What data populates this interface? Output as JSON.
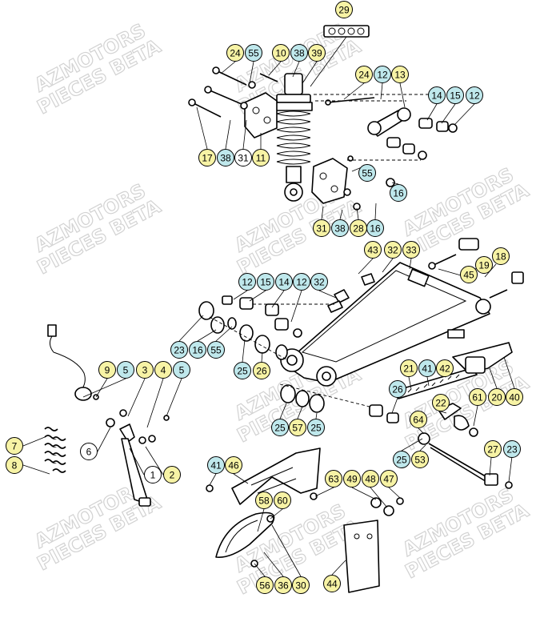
{
  "watermark": {
    "line1": "AZMOTORS",
    "line2": "PIECES BETA"
  },
  "colors": {
    "yellow": "#f7f3a5",
    "cyan": "#bfe8ec",
    "white": "#ffffff"
  },
  "callouts": [
    {
      "label": "29",
      "color": "yellow"
    },
    {
      "label": "24",
      "color": "yellow"
    },
    {
      "label": "55",
      "color": "cyan"
    },
    {
      "label": "10",
      "color": "yellow"
    },
    {
      "label": "38",
      "color": "cyan"
    },
    {
      "label": "39",
      "color": "yellow"
    },
    {
      "label": "24",
      "color": "yellow"
    },
    {
      "label": "12",
      "color": "cyan"
    },
    {
      "label": "13",
      "color": "yellow"
    },
    {
      "label": "14",
      "color": "cyan"
    },
    {
      "label": "15",
      "color": "cyan"
    },
    {
      "label": "12",
      "color": "cyan"
    },
    {
      "label": "17",
      "color": "yellow"
    },
    {
      "label": "38",
      "color": "cyan"
    },
    {
      "label": "31",
      "color": "white"
    },
    {
      "label": "11",
      "color": "yellow"
    },
    {
      "label": "55",
      "color": "cyan"
    },
    {
      "label": "16",
      "color": "cyan"
    },
    {
      "label": "31",
      "color": "yellow"
    },
    {
      "label": "38",
      "color": "cyan"
    },
    {
      "label": "28",
      "color": "yellow"
    },
    {
      "label": "16",
      "color": "cyan"
    },
    {
      "label": "43",
      "color": "yellow"
    },
    {
      "label": "32",
      "color": "yellow"
    },
    {
      "label": "33",
      "color": "yellow"
    },
    {
      "label": "18",
      "color": "yellow"
    },
    {
      "label": "19",
      "color": "yellow"
    },
    {
      "label": "45",
      "color": "yellow"
    },
    {
      "label": "12",
      "color": "cyan"
    },
    {
      "label": "15",
      "color": "cyan"
    },
    {
      "label": "14",
      "color": "cyan"
    },
    {
      "label": "12",
      "color": "cyan"
    },
    {
      "label": "32",
      "color": "cyan"
    },
    {
      "label": "23",
      "color": "cyan"
    },
    {
      "label": "16",
      "color": "cyan"
    },
    {
      "label": "55",
      "color": "cyan"
    },
    {
      "label": "25",
      "color": "cyan"
    },
    {
      "label": "26",
      "color": "yellow"
    },
    {
      "label": "9",
      "color": "yellow"
    },
    {
      "label": "5",
      "color": "cyan"
    },
    {
      "label": "3",
      "color": "yellow"
    },
    {
      "label": "4",
      "color": "yellow"
    },
    {
      "label": "5",
      "color": "cyan"
    },
    {
      "label": "21",
      "color": "yellow"
    },
    {
      "label": "41",
      "color": "cyan"
    },
    {
      "label": "42",
      "color": "yellow"
    },
    {
      "label": "26",
      "color": "cyan"
    },
    {
      "label": "22",
      "color": "yellow"
    },
    {
      "label": "61",
      "color": "yellow"
    },
    {
      "label": "20",
      "color": "yellow"
    },
    {
      "label": "40",
      "color": "yellow"
    },
    {
      "label": "64",
      "color": "yellow"
    },
    {
      "label": "25",
      "color": "cyan"
    },
    {
      "label": "57",
      "color": "yellow"
    },
    {
      "label": "25",
      "color": "cyan"
    },
    {
      "label": "7",
      "color": "yellow"
    },
    {
      "label": "8",
      "color": "yellow"
    },
    {
      "label": "6",
      "color": "white"
    },
    {
      "label": "1",
      "color": "white"
    },
    {
      "label": "2",
      "color": "yellow"
    },
    {
      "label": "27",
      "color": "yellow"
    },
    {
      "label": "23",
      "color": "cyan"
    },
    {
      "label": "25",
      "color": "cyan"
    },
    {
      "label": "53",
      "color": "yellow"
    },
    {
      "label": "41",
      "color": "cyan"
    },
    {
      "label": "46",
      "color": "yellow"
    },
    {
      "label": "63",
      "color": "yellow"
    },
    {
      "label": "49",
      "color": "yellow"
    },
    {
      "label": "48",
      "color": "yellow"
    },
    {
      "label": "47",
      "color": "yellow"
    },
    {
      "label": "58",
      "color": "yellow"
    },
    {
      "label": "60",
      "color": "yellow"
    },
    {
      "label": "44",
      "color": "yellow"
    },
    {
      "label": "56",
      "color": "yellow"
    },
    {
      "label": "36",
      "color": "yellow"
    },
    {
      "label": "30",
      "color": "yellow"
    }
  ]
}
